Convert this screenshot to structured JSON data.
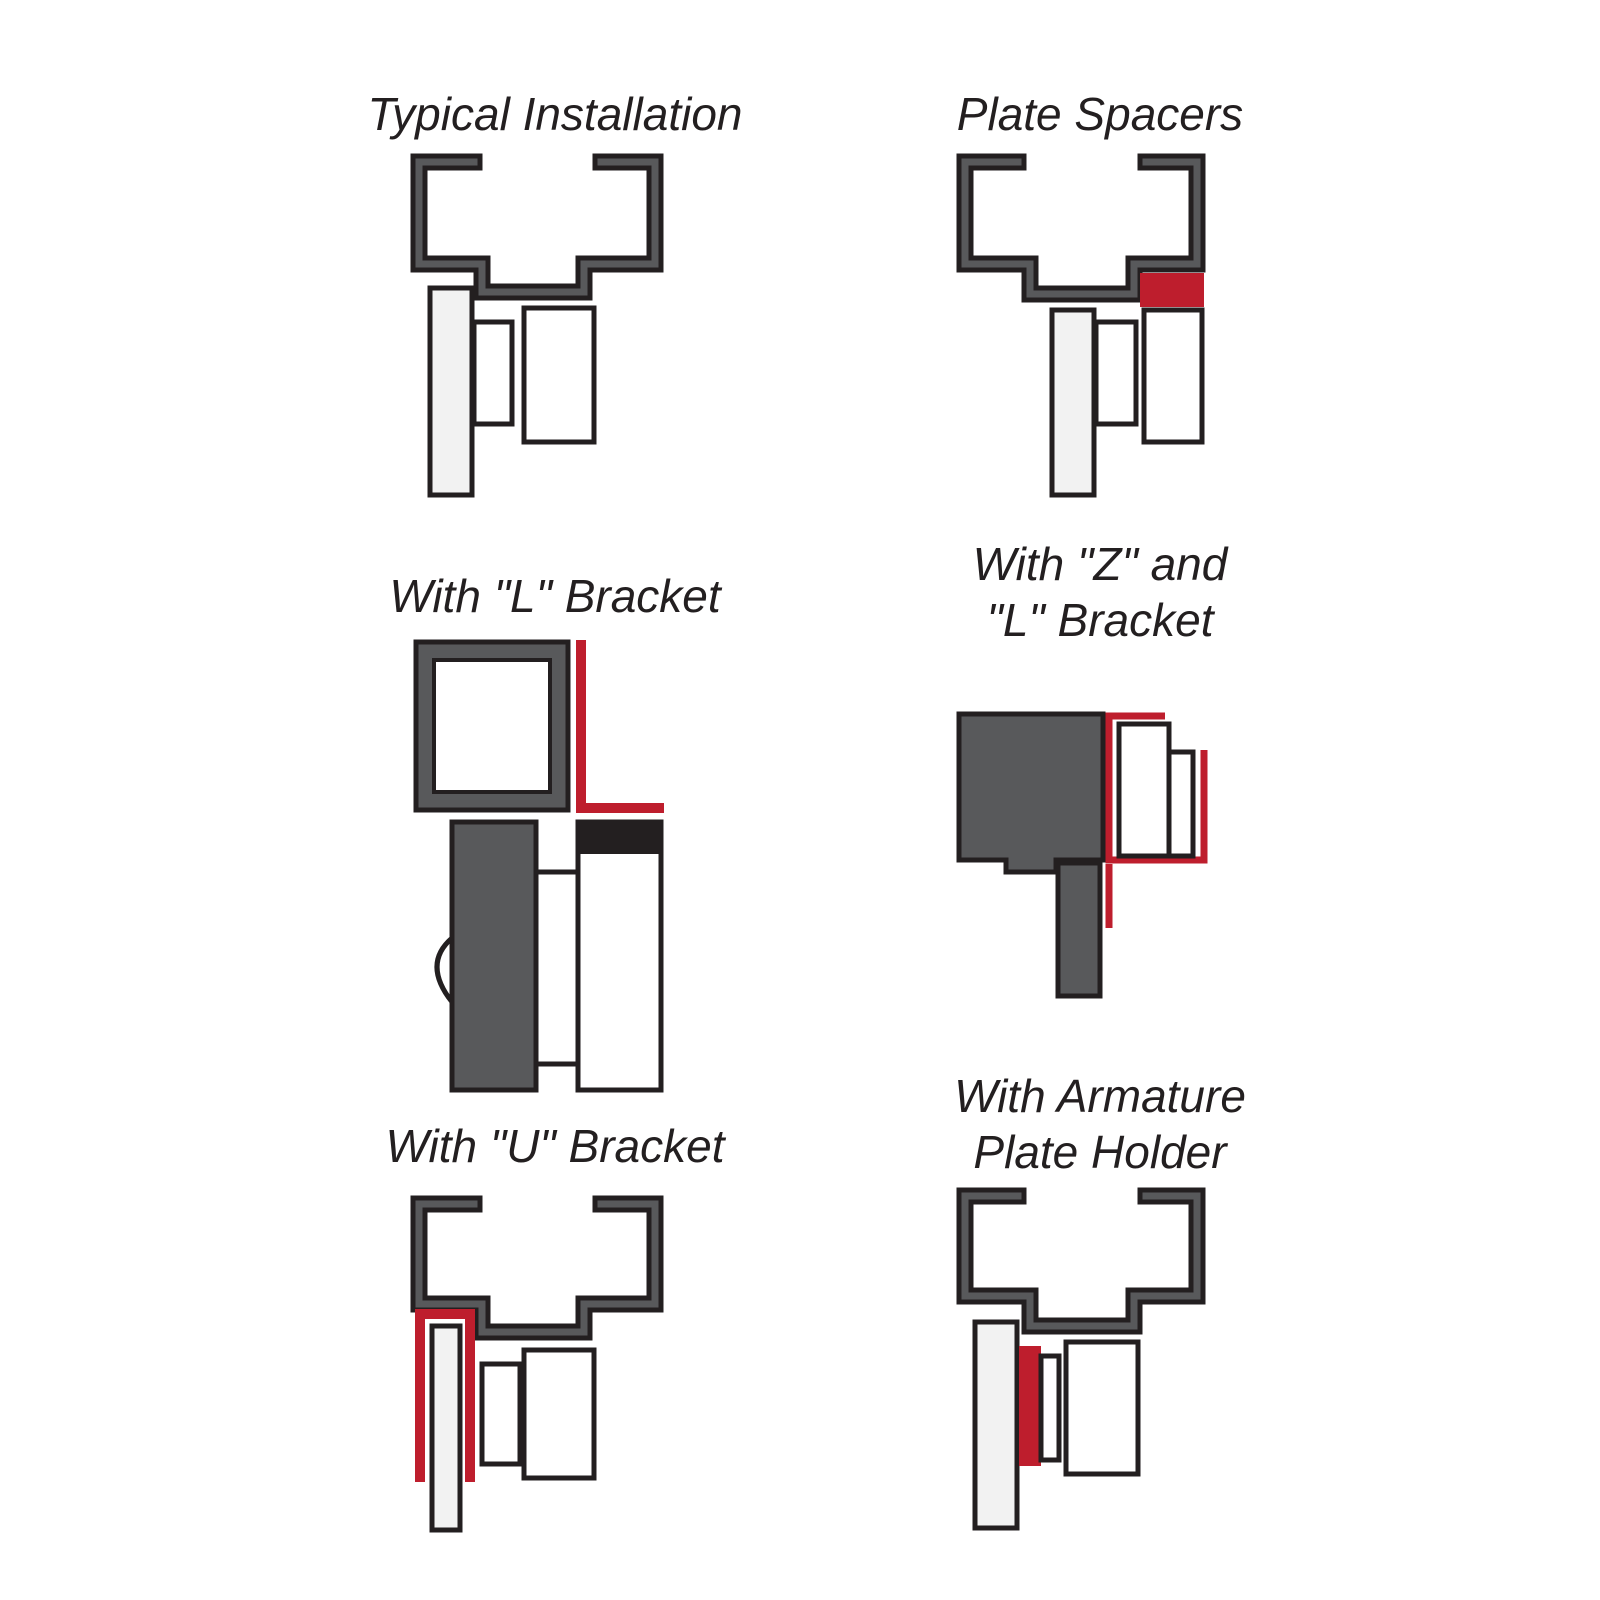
{
  "panels": {
    "typical": {
      "title": "Typical Installation"
    },
    "spacers": {
      "title": "Plate Spacers"
    },
    "l_bracket": {
      "title": "With \"L\" Bracket"
    },
    "zl_bracket": {
      "title_line1": "With \"Z\" and",
      "title_line2": "\"L\" Bracket"
    },
    "u_bracket": {
      "title": "With \"U\" Bracket"
    },
    "armature": {
      "title_line1": "With Armature",
      "title_line2": "Plate Holder"
    }
  },
  "colors": {
    "outline": "#231f20",
    "frame_fill": "#58595b",
    "door_fill": "#f2f2f2",
    "bracket_red": "#be1e2d",
    "background": "#ffffff"
  }
}
